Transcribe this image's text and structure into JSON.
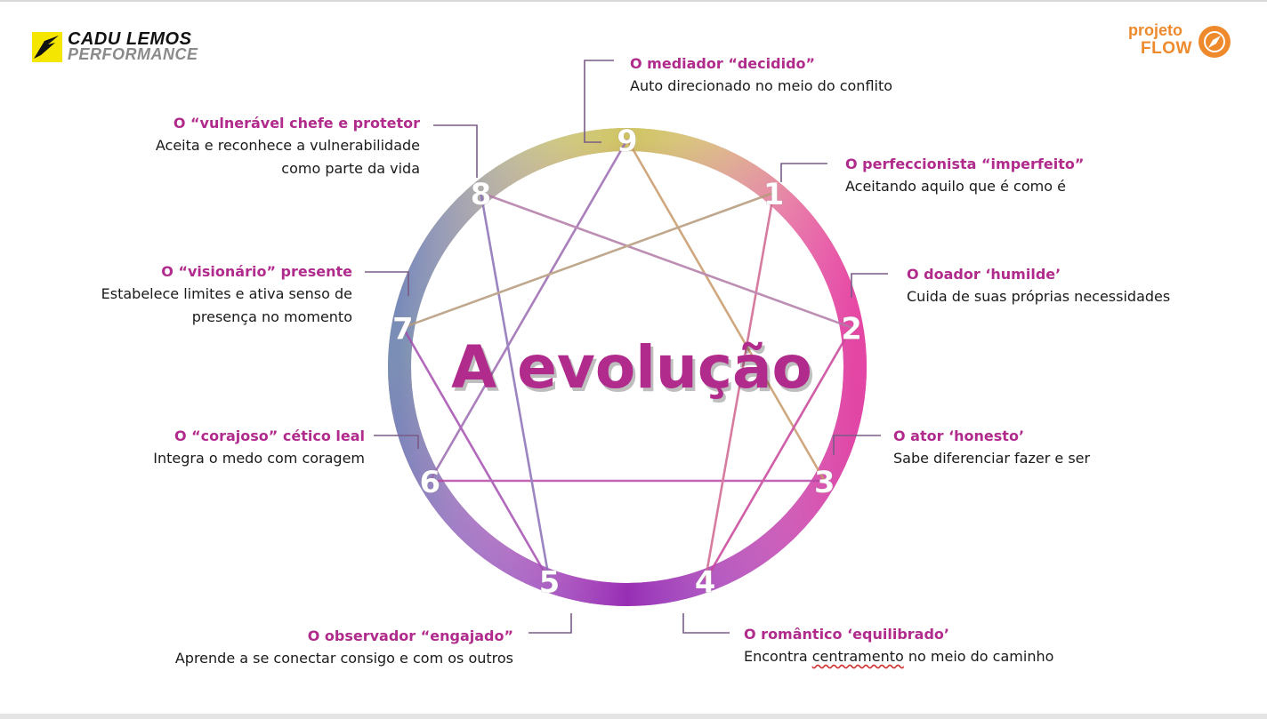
{
  "logo_left": {
    "line1": "CADU LEMOS",
    "line2": "PERFORMANCE"
  },
  "logo_right": {
    "line1": "projeto",
    "line2": "FLOW"
  },
  "center_title": "A evolução",
  "numbers": [
    "9",
    "1",
    "2",
    "3",
    "4",
    "5",
    "6",
    "7",
    "8"
  ],
  "labels": {
    "n9": {
      "title": "O  mediador “decidido”",
      "desc": "Auto direcionado no meio do conflito"
    },
    "n1": {
      "title": "O  perfeccionista “imperfeito”",
      "desc": "Aceitando aquilo que é como é"
    },
    "n2": {
      "title": "O  doador ‘humilde’",
      "desc": "Cuida de suas próprias necessidades"
    },
    "n3": {
      "title": "O  ator ‘honesto’",
      "desc": "Sabe diferenciar fazer e ser"
    },
    "n4": {
      "title": "O romântico ‘equilibrado’",
      "desc_a": "Encontra ",
      "desc_b": "centramento",
      "desc_c": " no meio do caminho"
    },
    "n5": {
      "title": "O observador “engajado”",
      "desc": "Aprende a se conectar consigo e com os outros"
    },
    "n6": {
      "title": "O “corajoso” cético leal",
      "desc": "Integra o medo com coragem"
    },
    "n7": {
      "title": "O “visionário” presente",
      "desc1": "Estabelece limites e ativa senso de",
      "desc2": "presença no momento"
    },
    "n8": {
      "title": "O “vulnerável chefe e protetor",
      "desc1": "Aceita e reconhece a vulnerabilidade",
      "desc2": "como parte da vida"
    }
  },
  "colors": {
    "title_magenta": "#b02b8c",
    "ring_top": "#c9c25a",
    "ring_left": "#6f7fbf",
    "ring_right": "#e44aa5",
    "ring_bottom": "#8a2bbf",
    "logo_yellow": "#f5e600",
    "logo_orange": "#ee8a2c"
  }
}
